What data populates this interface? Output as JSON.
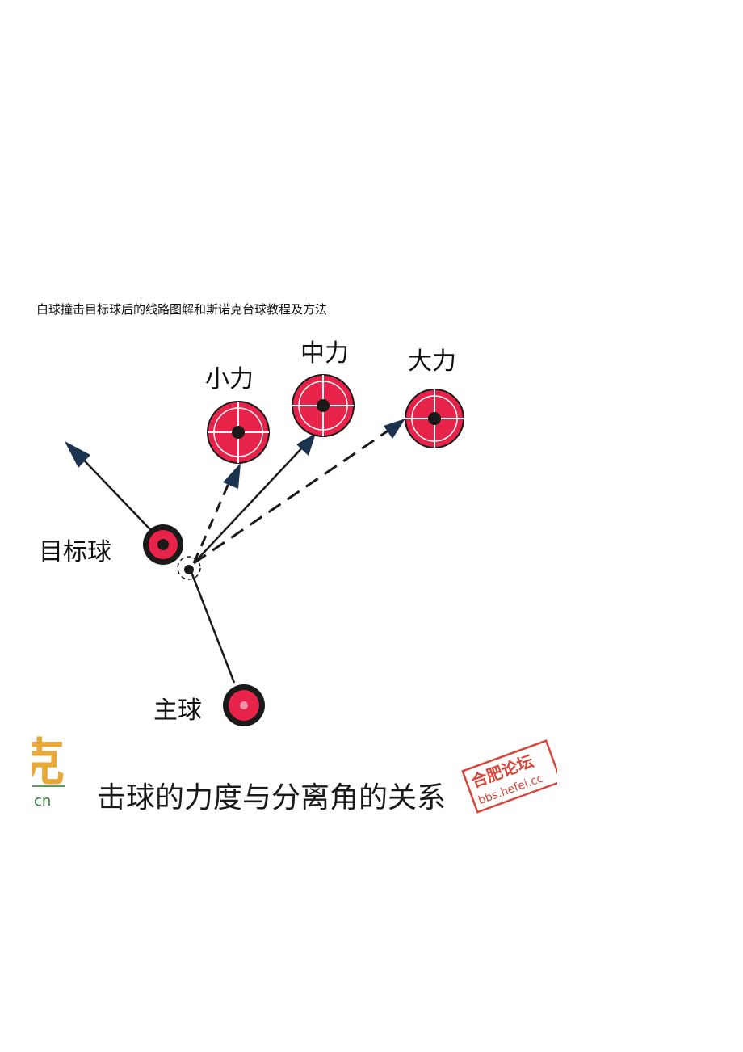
{
  "page": {
    "title": "白球撞击目标球后的线路图解和斯诺克台球教程及方法"
  },
  "diagram": {
    "labels": {
      "small_force": "小力",
      "medium_force": "中力",
      "large_force": "大力",
      "object_ball": "目标球",
      "cue_ball": "主球"
    },
    "caption": "击球的力度与分离角的关系",
    "logo": {
      "text": "克",
      "url_fragment": "cn"
    },
    "watermark": {
      "text": "合肥论坛",
      "url": "bbs.hefei.cc"
    },
    "colors": {
      "ball_red": "#e8234a",
      "ball_dark": "#1a1a1a",
      "arrow_navy": "#1c3350",
      "logo_orange": "#e8a93a",
      "stamp_red": "#d8463a"
    }
  }
}
